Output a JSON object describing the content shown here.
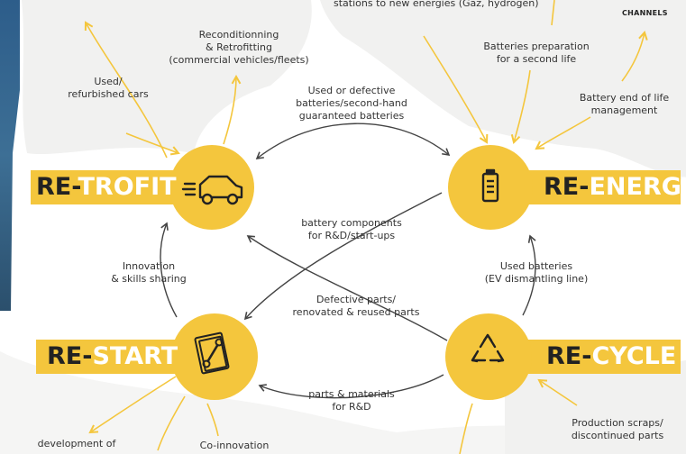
{
  "hubs": {
    "retrofit": {
      "prefix": "RE-",
      "suffix": "TROFIT"
    },
    "reenergy": {
      "prefix": "RE-",
      "suffix": "ENERGY"
    },
    "restart": {
      "prefix": "RE-",
      "suffix": "START"
    },
    "recycle": {
      "prefix": "RE-",
      "suffix": "CYCLE"
    }
  },
  "corner_tag": "CHANNELS",
  "labels": {
    "new_energies": "stations to new energies (Gaz, hydrogen)",
    "reconditioning_1": "Reconditionning",
    "reconditioning_2": "& Retrofitting",
    "reconditioning_3": "(commercial vehicles/fleets)",
    "used_cars_1": "Used/",
    "used_cars_2": "refurbished cars",
    "batteries_prep_1": "Batteries preparation",
    "batteries_prep_2": "for a second life",
    "battery_eol_1": "Battery end of life",
    "battery_eol_2": "management",
    "used_defective_1": "Used or defective",
    "used_defective_2": "batteries/second-hand",
    "used_defective_3": "guaranteed batteries",
    "battery_components_1": "battery components",
    "battery_components_2": "for R&D/start-ups",
    "innovation_1": "Innovation",
    "innovation_2": "& skills sharing",
    "used_batteries_1": "Used batteries",
    "used_batteries_2": "(EV dismantling line)",
    "defective_parts_1": "Defective parts/",
    "defective_parts_2": "renovated & reused parts",
    "parts_materials_1": "parts & materials",
    "parts_materials_2": "for R&D",
    "production_scraps_1": "Production scraps/",
    "production_scraps_2": "discontinued parts",
    "development_of": "development of",
    "co_innovation": "Co-innovation"
  },
  "colors": {
    "accent": "#f4c63d",
    "ink": "#222222",
    "arrow": "#444444",
    "cloud": "#f1f1f0"
  },
  "icons": [
    "car-icon",
    "battery-icon",
    "manual-wrench-icon",
    "recycle-icon"
  ]
}
